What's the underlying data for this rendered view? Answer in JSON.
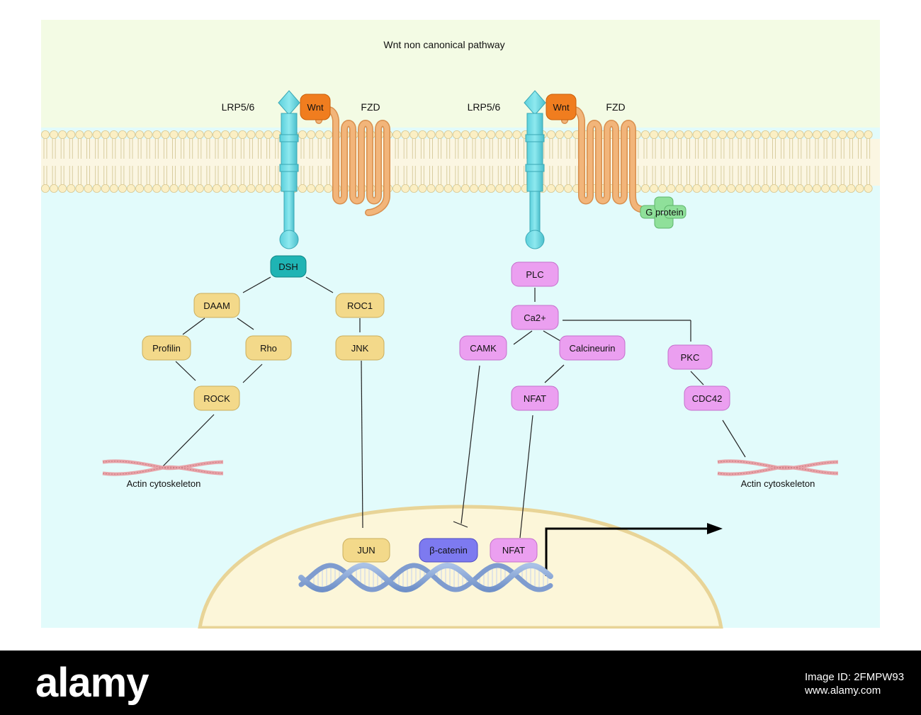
{
  "title": "Wnt non canonical pathway",
  "membrane_labels": {
    "lrp_left": "LRP5/6",
    "fzd_left": "FZD",
    "lrp_right": "LRP5/6",
    "fzd_right": "FZD",
    "wnt_left": "Wnt",
    "wnt_right": "Wnt",
    "g_protein": "G protein"
  },
  "nodes": {
    "dsh": "DSH",
    "daam": "DAAM",
    "roc1": "ROC1",
    "profilin": "Profilin",
    "rho": "Rho",
    "jnk": "JNK",
    "rock": "ROCK",
    "plc": "PLC",
    "ca2": "Ca2+",
    "camk": "CAMK",
    "calcineurin": "Calcineurin",
    "nfat": "NFAT",
    "pkc": "PKC",
    "cdc42": "CDC42",
    "jun": "JUN",
    "beta_catenin": "β-catenin",
    "nfat_nucleus": "NFAT"
  },
  "actin_left": "Actin cytoskeleton",
  "actin_right": "Actin cytoskeleton",
  "colors": {
    "extracellular": "#f3fbe4",
    "cytoplasm": "#e2fbfb",
    "nucleus": "#fcf6d9",
    "lrp": "#6fd9e3",
    "fzd": "#f2b57a",
    "wnt": "#f07d1f",
    "dsh": "#1fb4b4",
    "yellow_node": "#f3d98a",
    "pink_node": "#eb9ff0",
    "beta_catenin": "#7d7af0",
    "g_protein": "#8fe09a"
  },
  "footer": {
    "logo": "alamy",
    "image_id": "Image ID: 2FMPW93",
    "url": "www.alamy.com"
  }
}
